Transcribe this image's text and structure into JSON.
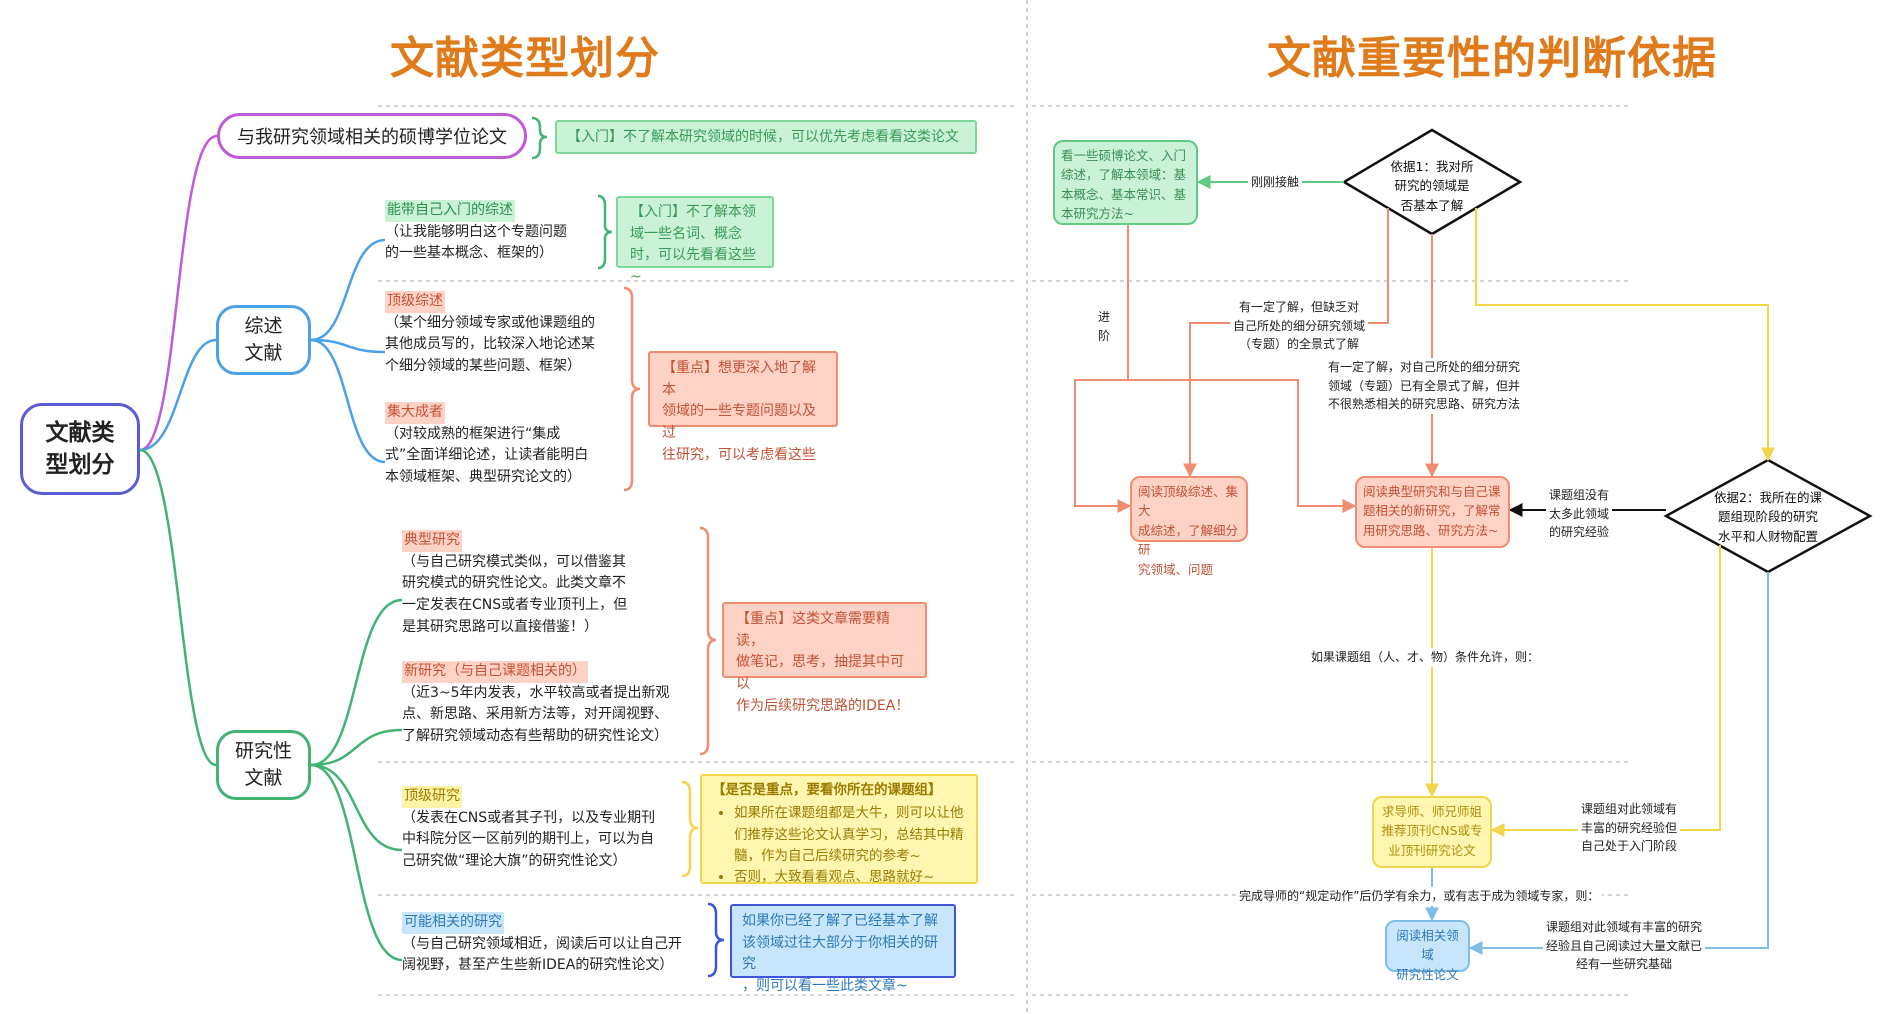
{
  "left": {
    "title": "文献类型划分",
    "root": [
      "文献类",
      "型划分"
    ],
    "thesis": {
      "label": "与我研究领域相关的硕博学位论文",
      "note": "【入门】不了解本研究领域的时候，可以优先考虑看看这类论文"
    },
    "review": {
      "label": [
        "综述",
        "文献"
      ],
      "intro": {
        "tag": "能带自己入门的综述",
        "desc": [
          "（让我能够明白这个专题问题",
          "的一些基本概念、框架的）"
        ],
        "note": [
          "【入门】不了解本领",
          "域一些名词、概念",
          "时，可以先看看这些~"
        ]
      },
      "top": {
        "tag": "顶级综述",
        "desc": [
          "（某个细分领域专家或他课题组的",
          "其他成员写的，比较深入地论述某",
          "个细分领域的某些问题、框架）"
        ]
      },
      "master": {
        "tag": "集大成者",
        "desc": [
          "（对较成熟的框架进行“集成",
          "式”全面详细论述，让读者能明白",
          "本领域框架、典型研究论文的）"
        ]
      },
      "key_note": [
        "【重点】想更深入地了解本",
        "领域的一些专题问题以及过",
        "往研究，可以考虑看这些"
      ]
    },
    "research": {
      "label": [
        "研究性",
        "文献"
      ],
      "typical": {
        "tag": "典型研究",
        "desc": [
          "（与自己研究模式类似，可以借鉴其",
          "研究模式的研究性论文。此类文章不",
          "一定发表在CNS或者专业顶刊上，但",
          "是其研究思路可以直接借鉴！）"
        ]
      },
      "new": {
        "tag": "新研究（与自己课题相关的）",
        "desc": [
          "（近3~5年内发表，水平较高或者提出新观",
          "点、新思路、采用新方法等，对开阔视野、",
          "了解研究领域动态有些帮助的研究性论文）"
        ]
      },
      "key_note": [
        "【重点】这类文章需要精读，",
        "做笔记，思考，抽提其中可以",
        "作为后续研究思路的IDEA！"
      ],
      "top": {
        "tag": "顶级研究",
        "desc": [
          "（发表在CNS或者其子刊，以及专业期刊",
          "中科院分区一区前列的期刊上，可以为自",
          "己研究做“理论大旗”的研究性论文）"
        ],
        "note_title": "【是否是重点，要看你所在的课题组】",
        "note_items": [
          "如果所在课题组都是大牛，则可以让他们推荐这些论文认真学习，总结其中精髓，作为自己后续研究的参考~",
          "否则，大致看看观点、思路就好~"
        ]
      },
      "related": {
        "tag": "可能相关的研究",
        "desc": [
          "（与自己研究领域相近，阅读后可以让自己开",
          "阔视野，甚至产生些新IDEA的研究性论文）"
        ],
        "note": [
          "如果你已经了解了已经基本了解",
          "该领域过往大部分于你相关的研究",
          "，则可以看一些此类文章~"
        ]
      }
    }
  },
  "right": {
    "title": "文献重要性的判断依据",
    "decision1": [
      "依据1：我对所",
      "研究的领域是",
      "否基本了解"
    ],
    "decision2": [
      "依据2：我所在的课",
      "题组现阶段的研究",
      "水平和人财物配置"
    ],
    "box_green": [
      "看一些硕博论文、入门",
      "综述，了解本领域：基",
      "本概念、基本常识、基",
      "本研究方法~"
    ],
    "box_red1": [
      "阅读顶级综述、集大",
      "成综述，了解细分研",
      "究领域、问题"
    ],
    "box_red2": [
      "阅读典型研究和与自己课",
      "题相关的新研究，了解常",
      "用研究思路、研究方法~"
    ],
    "box_yellow": [
      "求导师、师兄师姐",
      "推荐顶刊CNS或专",
      "业顶刊研究论文"
    ],
    "box_blue": [
      "阅读相关领域",
      "研究性论文"
    ],
    "labels": {
      "just_contact": "刚刚接触",
      "advance": [
        "进",
        "阶"
      ],
      "some_understanding": [
        "有一定了解，但缺乏对",
        "自己所处的细分研究领域",
        "（专题）的全景式了解"
      ],
      "some_understanding2": [
        "有一定了解，对自己所处的细分研究",
        "领域（专题）已有全景式了解，但并",
        "不很熟悉相关的研究思路、研究方法"
      ],
      "no_experience": [
        "课题组没有",
        "太多此领域",
        "的研究经验"
      ],
      "condition": "如果课题组（人、才、物）条件允许，则：",
      "rich_experience": [
        "课题组对此领域有",
        "丰富的研究经验但",
        "自己处于入门阶段"
      ],
      "after_required": "完成导师的“规定动作”后仍学有余力，或有志于成为领域专家，则：",
      "rich_self": [
        "课题组对此领域有丰富的研究",
        "经验且自己阅读过大量文献已",
        "经有一些研究基础"
      ]
    }
  },
  "colors": {
    "title": "#e07b1c",
    "purple": "#c05ad8",
    "blue": "#4ba0e8",
    "green": "#43b373",
    "red": "#f08d70",
    "yellow": "#f2d54a",
    "dark": "#111111"
  }
}
